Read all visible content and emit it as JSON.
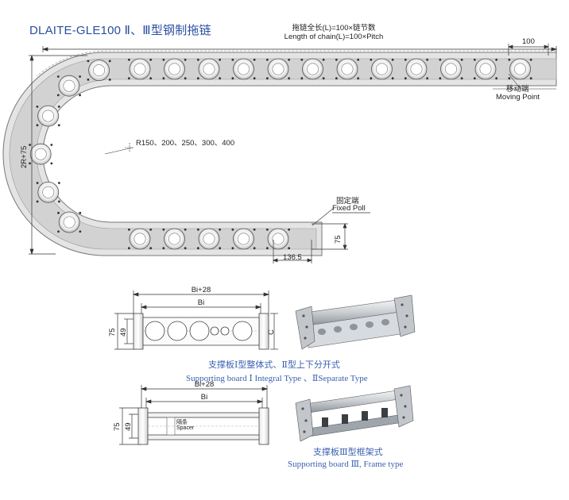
{
  "title": "DLAITE-GLE100 Ⅱ、Ⅲ型钢制拖链",
  "chain_diagram": {
    "length_cn": "拖链全长(L)=100×链节数",
    "length_en": "Length of chain(L)=100×Pitch",
    "pitch_label": "100",
    "moving_cn": "移动端",
    "moving_en": "Moving Point",
    "radius_label": "R150、200、250、300、400",
    "height_label": "2R+75",
    "fixed_cn": "固定端",
    "fixed_en": "Fixed Poll",
    "fixed_height": "75",
    "fixed_offset": "136.5"
  },
  "board_one": {
    "outer_width": "Bi+28",
    "inner_width": "Bi",
    "height_outer": "75",
    "height_inner": "49",
    "side_label": "C",
    "caption_cn": "支撑板Ⅰ型整体式、Ⅱ型上下分开式",
    "caption_en": "Supporting board Ⅰ Integral Type 、ⅡSeparate Type"
  },
  "board_three": {
    "outer_width": "Bi+28",
    "inner_width": "Bi",
    "height_outer": "75",
    "height_inner": "49",
    "spacer_cn": "隔条",
    "spacer_en": "Spacer",
    "caption_cn": "支撑板Ⅲ型框架式",
    "caption_en": "Supporting board Ⅲ, Frame type"
  }
}
